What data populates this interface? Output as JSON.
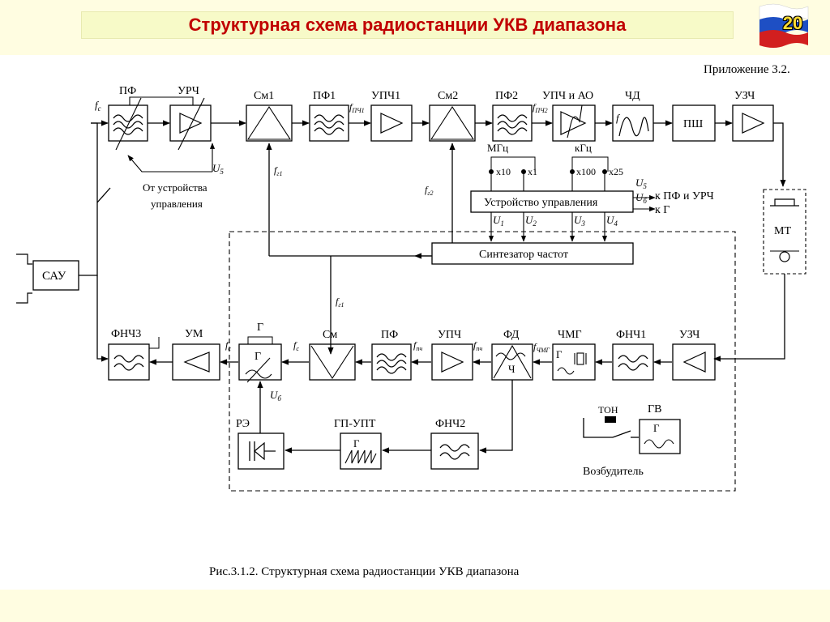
{
  "title": "Структурная схема радиостанции УКВ диапазона",
  "page_number": "20",
  "appendix": "Приложение 3.2.",
  "caption": "Рис.3.1.2. Структурная схема радиостанции УКВ диапазона",
  "colors": {
    "title": "#c00000",
    "page_number": "#ffdd33",
    "background": "#fffde1",
    "title_bar": "#f7fac8"
  },
  "blocks": {
    "sau": "САУ",
    "pf_rx": "ПФ",
    "urch": "УРЧ",
    "sm1": "См1",
    "pf1": "ПФ1",
    "upch1": "УПЧ1",
    "sm2": "См2",
    "pf2": "ПФ2",
    "upch_ao": "УПЧ и АО",
    "chd": "ЧД",
    "psh": "ПШ",
    "uzch_rx": "УЗЧ",
    "mt": "МТ",
    "control_unit": "Устройство управления",
    "synth": "Синтезатор частот",
    "fnch3": "ФНЧ3",
    "um": "УМ",
    "g_tx": "Г",
    "sm_tx": "См",
    "pf_tx": "ПФ",
    "upch_tx": "УПЧ",
    "fd": "ФД",
    "chmg": "ЧМГ",
    "fnch1": "ФНЧ1",
    "uzch_tx": "УЗЧ",
    "re": "РЭ",
    "gp_upt": "ГП-УПТ",
    "fnch2": "ФНЧ2",
    "ton": "ТОН",
    "gv": "ГВ",
    "exciter": "Возбудитель"
  },
  "labels": {
    "fc": "f",
    "fc_sub": "c",
    "from_control_1": "От устройства",
    "from_control_2": "управления",
    "u5": "U",
    "u5_sub": "5",
    "fg1": "f",
    "fg1_sub": "г1",
    "fg2": "f",
    "fg2_sub": "г2",
    "fpch": "f",
    "fpch_sub": "ПЧ1",
    "fpch2": "f",
    "fpch2_sub": "ПЧ2",
    "mhz": "МГц",
    "khz": "кГц",
    "x10": "x10",
    "x1": "x1",
    "x100": "x100",
    "x25": "x25",
    "to_pf_urch": "к ПФ и УРЧ",
    "to_g": "к Г",
    "u6": "U",
    "u6_sub": "б",
    "u1": "U",
    "u1_sub": "1",
    "u2": "U",
    "u2_sub": "2",
    "u3": "U",
    "u3_sub": "3",
    "u4": "U",
    "u4_sub": "4",
    "fc_tx": "f",
    "fc_tx_sub": "c",
    "fpch_tx": "f",
    "fpch_tx_sub": "пч",
    "fpch_tx2": "f",
    "fpch_tx2_sub": "пч",
    "fchmg": "f",
    "fchmg_sub": "ЧМГ",
    "f_inner": "f",
    "g_top": "Г",
    "g_chmg": "Г",
    "g_gp": "Г",
    "g_gv": "Г",
    "ch_fd": "Ч",
    "f_chd": "f"
  }
}
